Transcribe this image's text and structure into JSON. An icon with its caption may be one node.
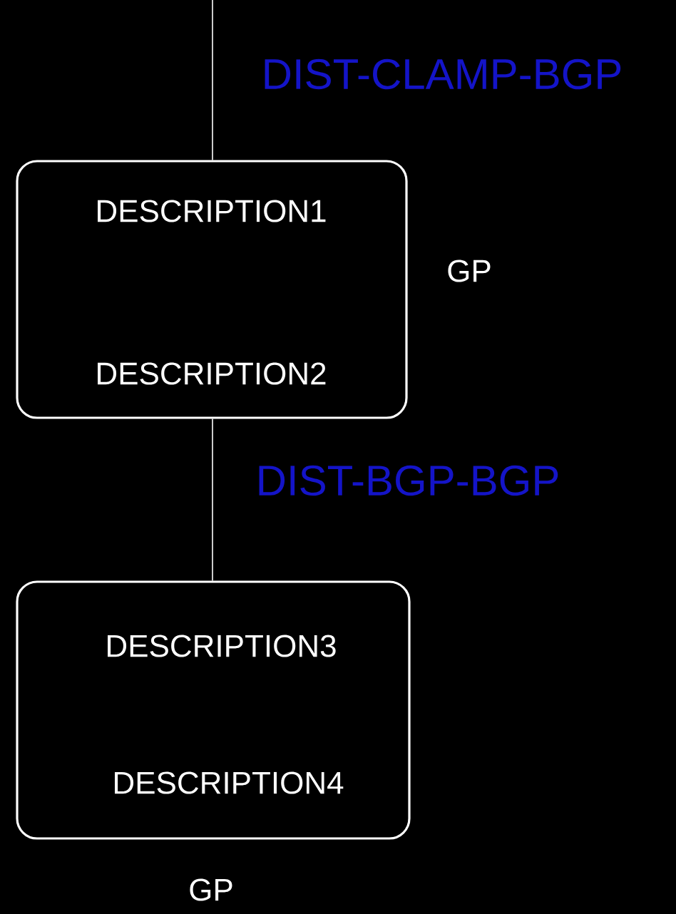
{
  "diagram": {
    "nodes": [
      {
        "text": [
          "DESCRIPTION1",
          "DESCRIPTION2"
        ]
      },
      {
        "text": [
          "DESCRIPTION3",
          "DESCRIPTION4"
        ]
      }
    ],
    "edges": [
      {
        "from": null,
        "to": 0,
        "arrow": "none"
      },
      {
        "from": 0,
        "to": 1,
        "arrow": "none"
      }
    ],
    "labels": [
      "DIST-CLAMP-BGP",
      "GP",
      "DIST-BGP-BGP",
      "GP"
    ]
  }
}
